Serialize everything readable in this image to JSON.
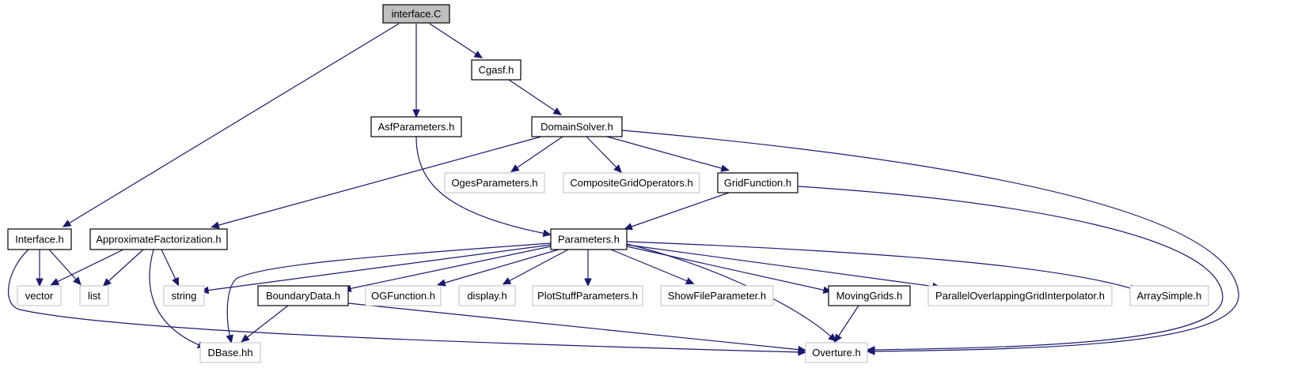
{
  "colors": {
    "edge": "#191970",
    "node_border_solid": "#000000",
    "node_border_external": "#bfbfbf",
    "root_fill": "#bfbfbf",
    "node_fill": "#ffffff"
  },
  "nodes": [
    {
      "id": "interface_C",
      "label": "interface.C",
      "style": "root"
    },
    {
      "id": "Cgasf_h",
      "label": "Cgasf.h",
      "style": "solid"
    },
    {
      "id": "AsfParameters_h",
      "label": "AsfParameters.h",
      "style": "solid"
    },
    {
      "id": "DomainSolver_h",
      "label": "DomainSolver.h",
      "style": "solid"
    },
    {
      "id": "OgesParameters_h",
      "label": "OgesParameters.h",
      "style": "external"
    },
    {
      "id": "CompositeGridOperators_h",
      "label": "CompositeGridOperators.h",
      "style": "external"
    },
    {
      "id": "GridFunction_h",
      "label": "GridFunction.h",
      "style": "solid"
    },
    {
      "id": "Interface_h",
      "label": "Interface.h",
      "style": "solid"
    },
    {
      "id": "ApproximateFactorization_h",
      "label": "ApproximateFactorization.h",
      "style": "solid"
    },
    {
      "id": "Parameters_h",
      "label": "Parameters.h",
      "style": "solid"
    },
    {
      "id": "vector",
      "label": "vector",
      "style": "external"
    },
    {
      "id": "list",
      "label": "list",
      "style": "external"
    },
    {
      "id": "string",
      "label": "string",
      "style": "external"
    },
    {
      "id": "BoundaryData_h",
      "label": "BoundaryData.h",
      "style": "solid"
    },
    {
      "id": "OGFunction_h",
      "label": "OGFunction.h",
      "style": "external"
    },
    {
      "id": "display_h",
      "label": "display.h",
      "style": "external"
    },
    {
      "id": "PlotStuffParameters_h",
      "label": "PlotStuffParameters.h",
      "style": "external"
    },
    {
      "id": "ShowFileParameter_h",
      "label": "ShowFileParameter.h",
      "style": "external"
    },
    {
      "id": "MovingGrids_h",
      "label": "MovingGrids.h",
      "style": "solid"
    },
    {
      "id": "ParallelOverlappingGridInterpolator_h",
      "label": "ParallelOverlappingGridInterpolator.h",
      "style": "external"
    },
    {
      "id": "ArraySimple_h",
      "label": "ArraySimple.h",
      "style": "external"
    },
    {
      "id": "DBase_hh",
      "label": "DBase.hh",
      "style": "external"
    },
    {
      "id": "Overture_h",
      "label": "Overture.h",
      "style": "external"
    }
  ],
  "edges": [
    [
      "interface_C",
      "Interface_h"
    ],
    [
      "interface_C",
      "AsfParameters_h"
    ],
    [
      "interface_C",
      "Cgasf_h"
    ],
    [
      "Cgasf_h",
      "DomainSolver_h"
    ],
    [
      "AsfParameters_h",
      "Parameters_h"
    ],
    [
      "DomainSolver_h",
      "ApproximateFactorization_h"
    ],
    [
      "DomainSolver_h",
      "OgesParameters_h"
    ],
    [
      "DomainSolver_h",
      "CompositeGridOperators_h"
    ],
    [
      "DomainSolver_h",
      "GridFunction_h"
    ],
    [
      "DomainSolver_h",
      "Overture_h"
    ],
    [
      "GridFunction_h",
      "Parameters_h"
    ],
    [
      "GridFunction_h",
      "Overture_h"
    ],
    [
      "Interface_h",
      "vector"
    ],
    [
      "Interface_h",
      "list"
    ],
    [
      "Interface_h",
      "Overture_h"
    ],
    [
      "ApproximateFactorization_h",
      "vector"
    ],
    [
      "ApproximateFactorization_h",
      "list"
    ],
    [
      "ApproximateFactorization_h",
      "string"
    ],
    [
      "ApproximateFactorization_h",
      "DBase_hh"
    ],
    [
      "Parameters_h",
      "string"
    ],
    [
      "Parameters_h",
      "DBase_hh"
    ],
    [
      "Parameters_h",
      "BoundaryData_h"
    ],
    [
      "Parameters_h",
      "OGFunction_h"
    ],
    [
      "Parameters_h",
      "display_h"
    ],
    [
      "Parameters_h",
      "PlotStuffParameters_h"
    ],
    [
      "Parameters_h",
      "ShowFileParameter_h"
    ],
    [
      "Parameters_h",
      "MovingGrids_h"
    ],
    [
      "Parameters_h",
      "ParallelOverlappingGridInterpolator_h"
    ],
    [
      "Parameters_h",
      "ArraySimple_h"
    ],
    [
      "Parameters_h",
      "Overture_h"
    ],
    [
      "BoundaryData_h",
      "DBase_hh"
    ],
    [
      "BoundaryData_h",
      "Overture_h"
    ],
    [
      "MovingGrids_h",
      "Overture_h"
    ]
  ]
}
